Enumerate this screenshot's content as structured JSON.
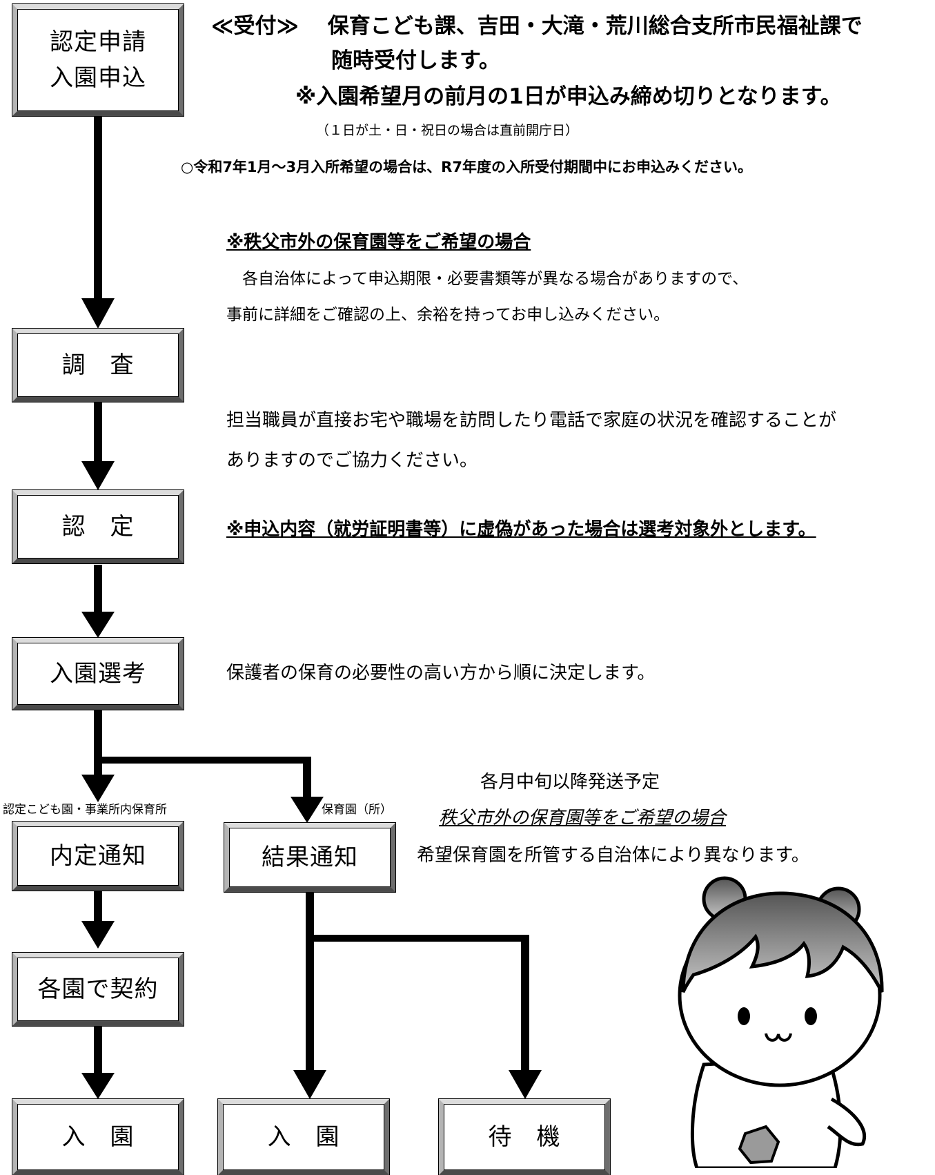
{
  "boxes": {
    "apply": "認定申請\n入園申込",
    "survey": "調　査",
    "certify": "認　定",
    "selection": "入園選考",
    "naitei": "内定通知",
    "result": "結果通知",
    "contract": "各園で契約",
    "enter_left": "入　園",
    "enter_mid": "入　園",
    "waiting": "待　機"
  },
  "branch_labels": {
    "left": "認定こども園・事業所内保育所",
    "right": "保育園（所）"
  },
  "reception": {
    "line1": "≪受付≫　 保育こども課、吉田・大滝・荒川総合支所市民福祉課で",
    "line2": "随時受付します。",
    "line3": "※入園希望月の前月の1日が申込み締め切りとなります。",
    "line4": "（１日が土・日・祝日の場合は直前開庁日）",
    "line5": "○令和7年1月～3月入所希望の場合は、R7年度の入所受付期間中にお申込みください。"
  },
  "outside": {
    "heading": "※秩父市外の保育園等をご希望の場合",
    "body1": "　各自治体によって申込期限・必要書類等が異なる場合がありますので、",
    "body2": "事前に詳細をご確認の上、余裕を持ってお申し込みください。"
  },
  "survey_note": {
    "line1": "担当職員が直接お宅や職場を訪問したり電話で家庭の状況を確認することが",
    "line2": "ありますのでご協力ください。"
  },
  "certify_note": "※申込内容（就労証明書等）に虚偽があった場合は選考対象外とします。",
  "selection_note": "保護者の保育の必要性の高い方から順に決定します。",
  "notice": {
    "line1": "各月中旬以降発送予定",
    "line2": "秩父市外の保育園等をご希望の場合",
    "line3": "希望保育園を所管する自治体により異なります。"
  }
}
